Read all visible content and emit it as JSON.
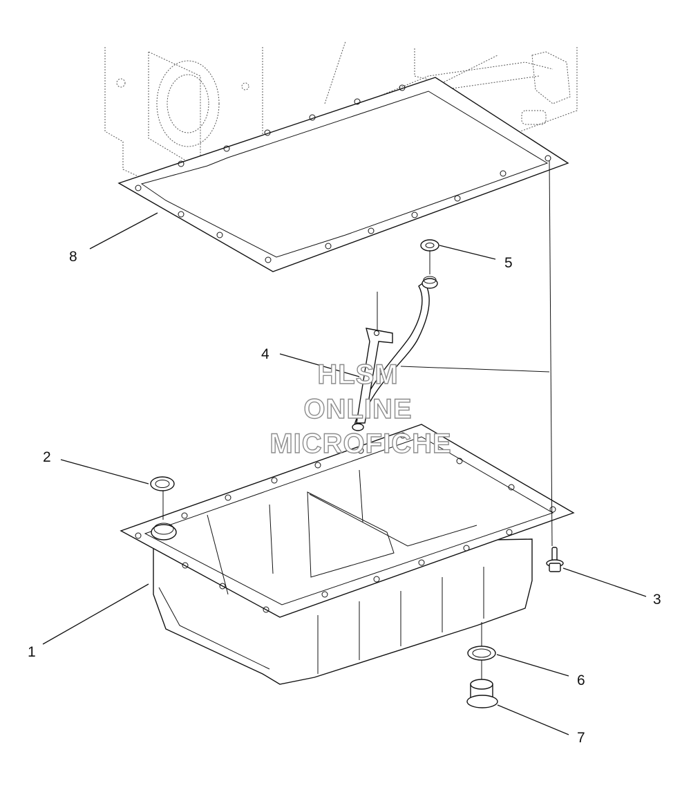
{
  "callouts": [
    "1",
    "2",
    "3",
    "4",
    "5",
    "6",
    "7",
    "8"
  ],
  "watermark": [
    "HLSM",
    "ONLINE",
    "MICROFICHE"
  ]
}
